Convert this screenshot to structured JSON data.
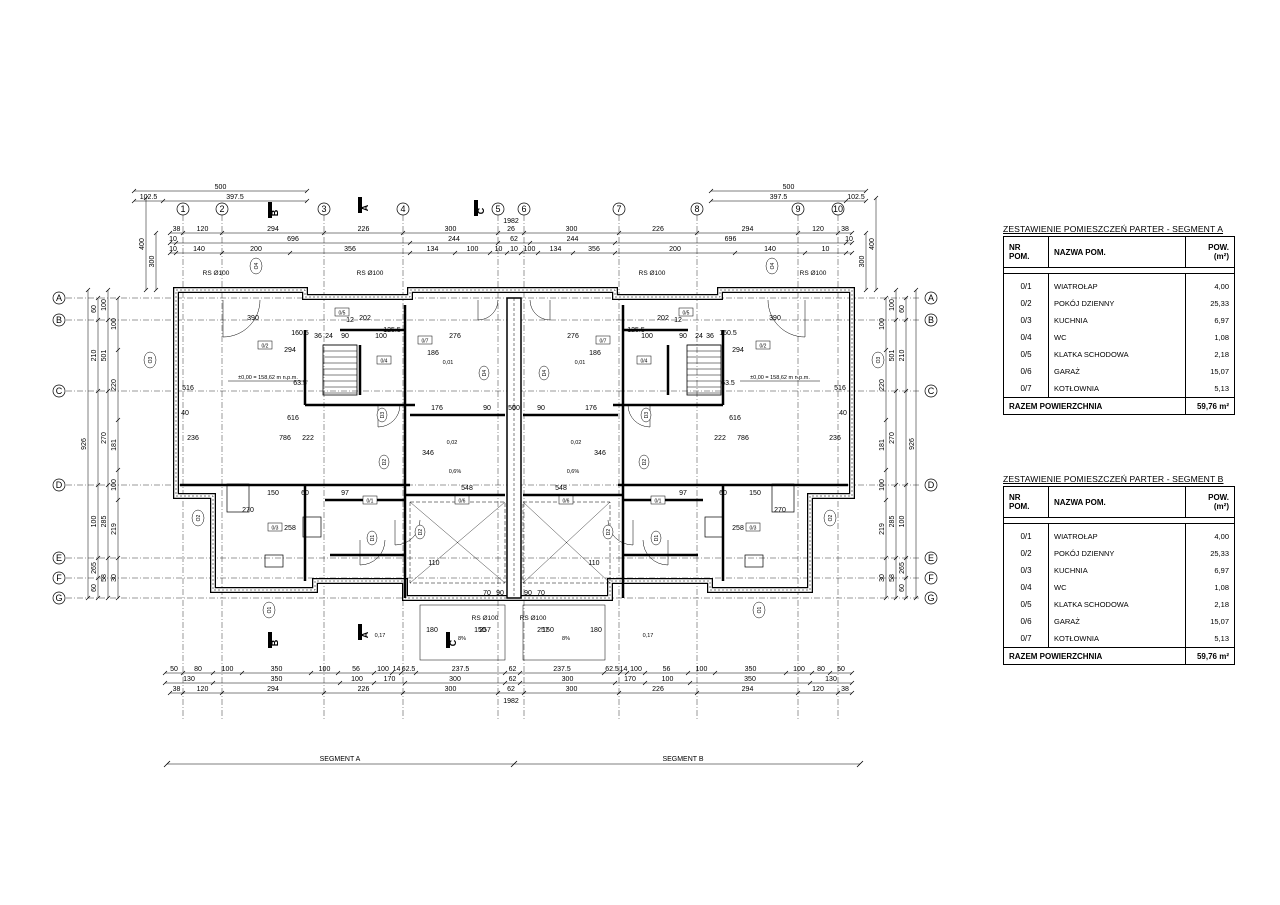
{
  "tables": [
    {
      "title": "ZESTAWIENIE POMIESZCZEŃ PARTER - SEGMENT A",
      "headers": [
        "NR POM.",
        "NAZWA POM.",
        "POW. (m²)"
      ],
      "rows": [
        {
          "nr": "0/1",
          "name": "WIATROŁAP",
          "area": "4,00"
        },
        {
          "nr": "0/2",
          "name": "POKÓJ DZIENNY",
          "area": "25,33"
        },
        {
          "nr": "0/3",
          "name": "KUCHNIA",
          "area": "6,97"
        },
        {
          "nr": "0/4",
          "name": "WC",
          "area": "1,08"
        },
        {
          "nr": "0/5",
          "name": "KLATKA SCHODOWA",
          "area": "2,18"
        },
        {
          "nr": "0/6",
          "name": "GARAŻ",
          "area": "15,07"
        },
        {
          "nr": "0/7",
          "name": "KOTŁOWNIA",
          "area": "5,13"
        }
      ],
      "total_label": "RAZEM POWIERZCHNIA",
      "total_value": "59,76 m²"
    },
    {
      "title": "ZESTAWIENIE POMIESZCZEŃ PARTER - SEGMENT B",
      "headers": [
        "NR POM.",
        "NAZWA POM.",
        "POW. (m²)"
      ],
      "rows": [
        {
          "nr": "0/1",
          "name": "WIATROŁAP",
          "area": "4,00"
        },
        {
          "nr": "0/2",
          "name": "POKÓJ DZIENNY",
          "area": "25,33"
        },
        {
          "nr": "0/3",
          "name": "KUCHNIA",
          "area": "6,97"
        },
        {
          "nr": "0/4",
          "name": "WC",
          "area": "1,08"
        },
        {
          "nr": "0/5",
          "name": "KLATKA SCHODOWA",
          "area": "2,18"
        },
        {
          "nr": "0/6",
          "name": "GARAŻ",
          "area": "15,07"
        },
        {
          "nr": "0/7",
          "name": "KOTŁOWNIA",
          "area": "5,13"
        }
      ],
      "total_label": "RAZEM POWIERZCHNIA",
      "total_value": "59,76 m²"
    }
  ],
  "plan": {
    "segment_a_label": "SEGMENT A",
    "segment_b_label": "SEGMENT B",
    "grid_columns": [
      "1",
      "2",
      "3",
      "4",
      "5",
      "6",
      "7",
      "8",
      "9",
      "10"
    ],
    "grid_rows": [
      "A",
      "B",
      "C",
      "D",
      "E",
      "F",
      "G"
    ],
    "section_marks": [
      "B",
      "A",
      "C"
    ],
    "top_dims_row1": [
      "500",
      "500"
    ],
    "top_dims_row2": [
      "102.5",
      "397.5",
      "397.5",
      "102.5"
    ],
    "top_dims_row3": [
      "38",
      "120",
      "294",
      "226",
      "300",
      "26",
      "300",
      "226",
      "294",
      "120",
      "38"
    ],
    "top_dims_row4": [
      "10",
      "696",
      "244",
      "62",
      "244",
      "696",
      "10"
    ],
    "top_dims_row5": [
      "10",
      "140",
      "200",
      "356",
      "134",
      "100",
      "10",
      "10",
      "100",
      "134",
      "356",
      "200",
      "140",
      "10"
    ],
    "total_width": "1982",
    "bottom_dims_row1": [
      "50",
      "80",
      "100",
      "350",
      "100",
      "56",
      "100",
      "14",
      "62.5",
      "237.5",
      "62",
      "237.5",
      "62.5",
      "14",
      "100",
      "56",
      "100",
      "350",
      "100",
      "80",
      "50"
    ],
    "bottom_dims_row2": [
      "130",
      "350",
      "100",
      "170",
      "300",
      "62",
      "300",
      "170",
      "100",
      "350",
      "130"
    ],
    "bottom_dims_row3": [
      "38",
      "120",
      "294",
      "226",
      "300",
      "62",
      "300",
      "226",
      "294",
      "120",
      "38"
    ],
    "left_dims": [
      "400",
      "300",
      "100",
      "10",
      "60",
      "210",
      "501",
      "220",
      "926",
      "270",
      "181",
      "100",
      "100",
      "210",
      "219",
      "265",
      "285",
      "60",
      "58",
      "30",
      "30"
    ],
    "room_tags": [
      "0/1",
      "0/2",
      "0/3",
      "0/4",
      "0/5",
      "0/6",
      "0/7"
    ],
    "door_tags": [
      "D1",
      "D2",
      "D3",
      "D4"
    ],
    "window_tags": [
      "O1",
      "O2",
      "O3",
      "O4"
    ],
    "level_label": "±0,00 = 158,62 m n.p.m.",
    "vent_label": "RS Ø100",
    "interior_dims": [
      "390",
      "202",
      "125.5",
      "160.5",
      "12",
      "36",
      "24",
      "90",
      "100",
      "294",
      "63.5",
      "276",
      "186",
      "176",
      "90",
      "50",
      "616",
      "786",
      "222",
      "346",
      "548",
      "150",
      "60",
      "97",
      "270",
      "258",
      "110",
      "90",
      "70",
      "257",
      "180",
      "150",
      "236",
      "516",
      "40"
    ],
    "slope_labels": [
      "0,02",
      "0,01",
      "0,6%",
      "0,17",
      "8%"
    ]
  }
}
